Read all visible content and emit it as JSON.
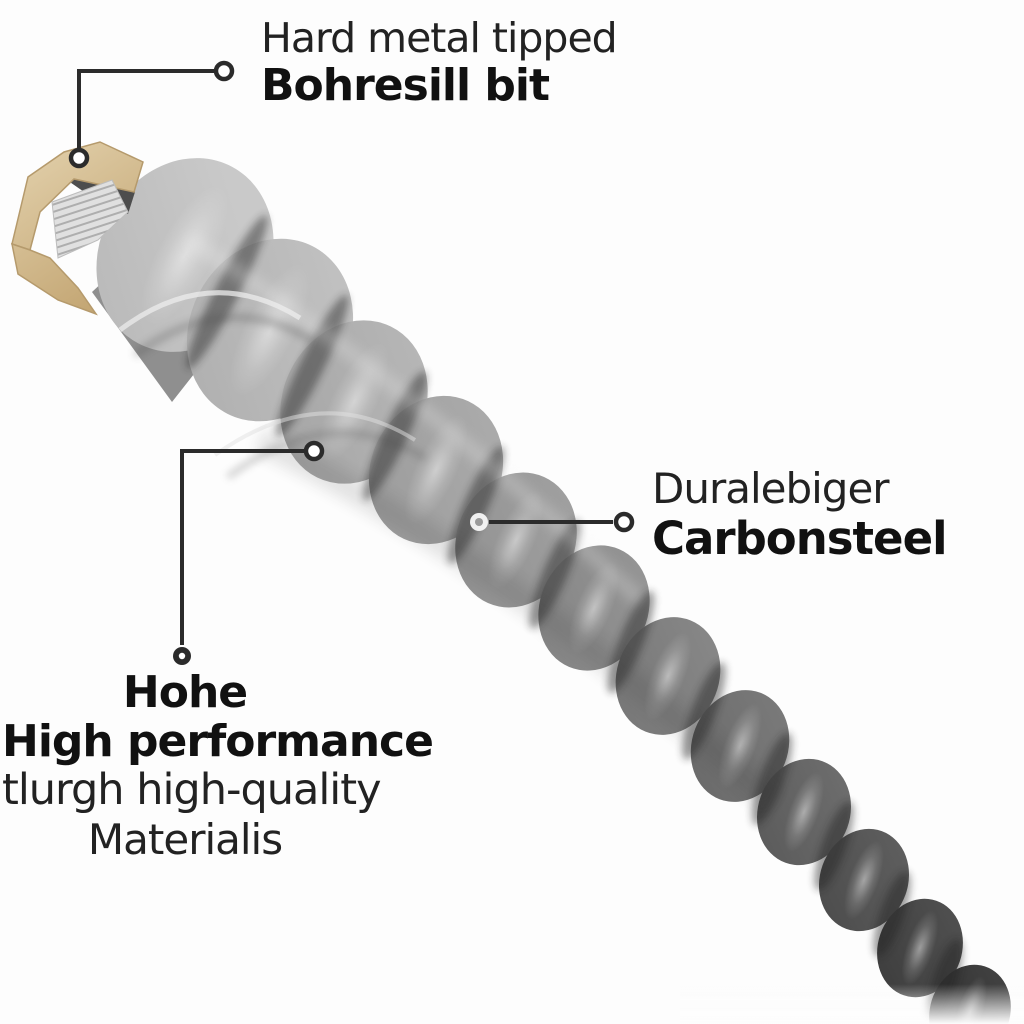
{
  "illustration": {
    "name": "masonry-drill-bit",
    "parts": [
      "carbide-tip-insert",
      "spiral-fluted-shaft"
    ],
    "colors": {
      "carbide_tip_beige": "#d6c096",
      "steel_light": "#c6c6c6",
      "steel_dark": "#343434",
      "background": "#fdfdfd"
    }
  },
  "callouts": {
    "line_color": "#2b2b2b",
    "text_color": "#1c1c1c",
    "tip": {
      "line1": "Hard metal tipped",
      "line2": "Bohresill bit"
    },
    "steel": {
      "line1": "Duralebiger",
      "line2": "Carbonsteel"
    },
    "performance": {
      "line1": "Hohe",
      "line2": "High performance",
      "line3": "tlurgh high-quality",
      "line4": "Materialis"
    }
  }
}
